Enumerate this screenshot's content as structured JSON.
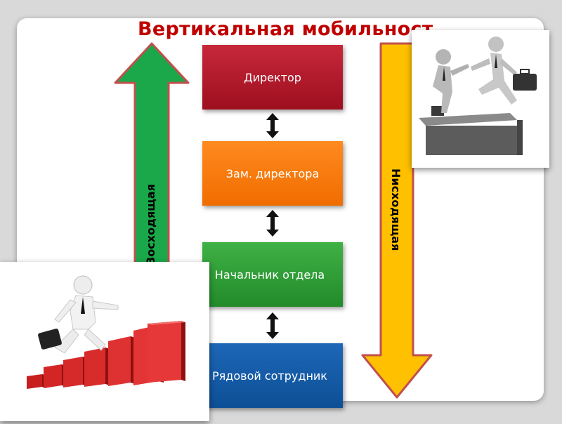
{
  "title": "Вертикальная мобильность",
  "hierarchy": [
    "Директор",
    "Зам. директора",
    "Начальник отдела",
    "Рядовой сотрудник"
  ],
  "arrows": {
    "up_label": "Восходящая",
    "down_label": "Нисходящая",
    "up_color": "#1aa84a",
    "down_color": "#ffc000",
    "outline_color": "#c0504d"
  },
  "images": {
    "top_right": "businessmen-kicking-figure",
    "bottom_left": "businessman-climbing-red-bar-steps"
  }
}
